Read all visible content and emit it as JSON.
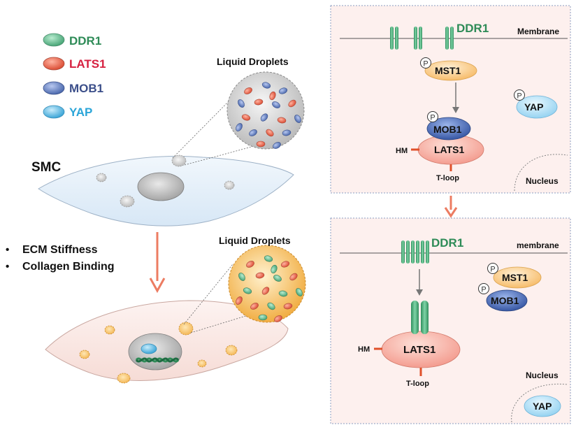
{
  "legend": {
    "items": [
      {
        "label": "DDR1",
        "color": "#2e8b57",
        "fill": "#5fbf8f"
      },
      {
        "label": "LATS1",
        "color": "#d62040",
        "fill": "#e8664e"
      },
      {
        "label": "MOB1",
        "color": "#3c4f8a",
        "fill": "#5b7bc4"
      },
      {
        "label": "YAP",
        "color": "#2aa5d8",
        "fill": "#5ab8e6"
      }
    ]
  },
  "left": {
    "droplets_top_label": "Liquid Droplets",
    "droplets_bottom_label": "Liquid Droplets",
    "cell_label": "SMC",
    "conditions": [
      "ECM Stiffness",
      "Collagen Binding"
    ]
  },
  "top_panel": {
    "ddr1": "DDR1",
    "membrane": "Membrane",
    "mst1": "MST1",
    "yap": "YAP",
    "mob1": "MOB1",
    "lats1": "LATS1",
    "hm": "HM",
    "tloop": "T-loop",
    "nucleus": "Nucleus",
    "p": "P"
  },
  "bottom_panel": {
    "ddr1": "DDR1",
    "membrane": "membrane",
    "mst1": "MST1",
    "mob1": "MOB1",
    "lats1": "LATS1",
    "hm": "HM",
    "tloop": "T-loop",
    "nucleus": "Nucleus",
    "yap": "YAP",
    "p": "P"
  },
  "colors": {
    "arrow": "#ec7c62",
    "panel_bg": "#fdf0ee",
    "ddr1": "#3aa26c",
    "lats1": "#f5a595",
    "mob1": "#3f63b0",
    "mst1": "#f8c57e",
    "yap": "#a9dcf3",
    "hm_tick": "#e0502a"
  }
}
